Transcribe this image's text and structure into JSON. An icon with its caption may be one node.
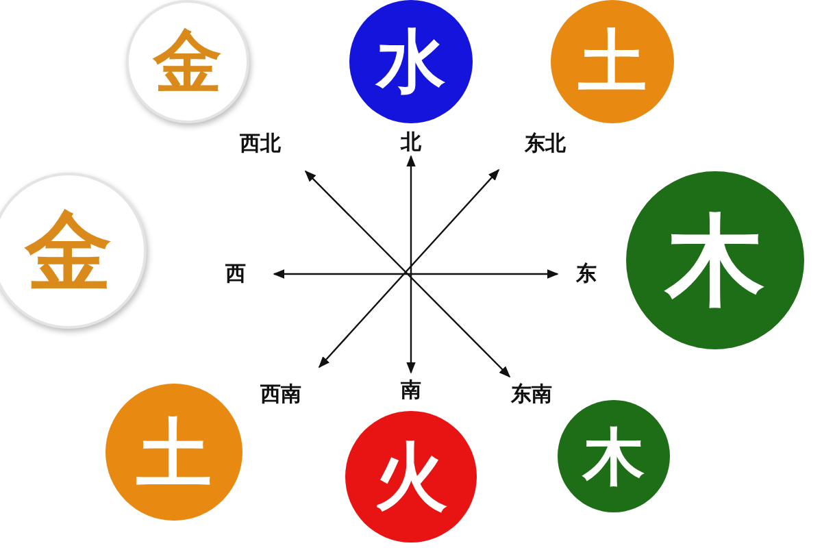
{
  "diagram": {
    "nodes": [
      {
        "text": [
          "金"
        ]
      },
      {
        "text": [
          "水"
        ]
      },
      {
        "text": [
          "土"
        ]
      },
      {
        "text": [
          "西北"
        ]
      },
      {
        "text": [
          "北"
        ]
      },
      {
        "text": [
          "东北"
        ]
      },
      {
        "text": [
          "金"
        ]
      },
      {
        "text": [
          "西"
        ]
      },
      {
        "text": [
          "东"
        ]
      },
      {
        "text": [
          "木"
        ]
      },
      {
        "text": [
          "西南"
        ]
      },
      {
        "text": [
          "南"
        ]
      },
      {
        "text": [
          "东南"
        ]
      },
      {
        "text": [
          "土"
        ]
      },
      {
        "text": [
          "火"
        ]
      },
      {
        "text": [
          "木"
        ]
      }
    ],
    "edges": [
      {
        "from": 3,
        "to": 12,
        "arrow": "both"
      },
      {
        "from": 4,
        "to": 11,
        "arrow": "both"
      },
      {
        "from": 5,
        "to": 10,
        "arrow": "both"
      },
      {
        "from": 7,
        "to": 8,
        "arrow": "both"
      }
    ]
  }
}
